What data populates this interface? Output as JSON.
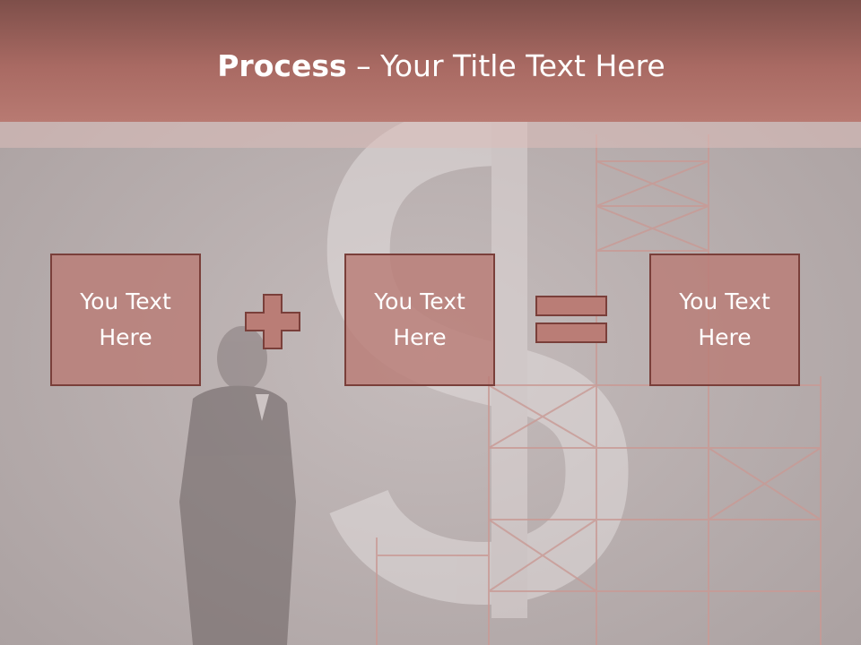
{
  "slide": {
    "title_bold": "Process",
    "title_rest": " – Your Title Text Here",
    "boxes": [
      {
        "label": "You Text Here"
      },
      {
        "label": "You Text Here"
      },
      {
        "label": "You Text Here"
      }
    ],
    "operators": [
      "plus-icon",
      "equals-icon"
    ],
    "colors": {
      "header_dark": "#7e4f4a",
      "header_light": "#b87a72",
      "box_fill": "#ba7d76",
      "box_border": "#7a3f3a",
      "background": "#b8aeae",
      "text": "#ffffff"
    },
    "background_image": "man-looking-at-dollar-sign-with-scaffolding"
  }
}
